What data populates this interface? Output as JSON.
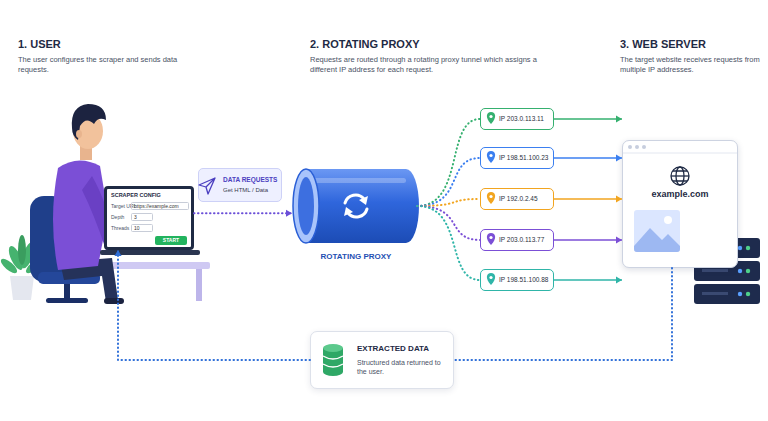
{
  "diagram": {
    "nodes": [
      {
        "text": [
          "SCRAPER CONFIG"
        ]
      },
      {
        "text": [
          "START"
        ],
        "in": 0
      },
      {
        "text": [
          "DATA REQUESTS",
          "Get HTML / Data"
        ]
      },
      {
        "text": [
          "ROTATING PROXY"
        ]
      },
      {
        "text": [
          "IP 203.0.113.11"
        ]
      },
      {
        "text": [
          "IP 198.51.100.23"
        ]
      },
      {
        "text": [
          "IP 192.0.2.45"
        ]
      },
      {
        "text": [
          "IP 203.0.113.77"
        ]
      },
      {
        "text": [
          "IP 198.51.100.88"
        ]
      },
      {
        "text": [
          "example.com"
        ]
      },
      {
        "text": [
          "EXTRACTED DATA",
          "Structured data returned to the user."
        ]
      }
    ],
    "edges": [
      {
        "from": 0,
        "to": 3,
        "arrow": "to"
      },
      {
        "from": 3,
        "to": 4,
        "arrow": "none"
      },
      {
        "from": 3,
        "to": 5,
        "arrow": "none"
      },
      {
        "from": 3,
        "to": 6,
        "arrow": "none"
      },
      {
        "from": 3,
        "to": 7,
        "arrow": "none"
      },
      {
        "from": 3,
        "to": 8,
        "arrow": "none"
      },
      {
        "from": 4,
        "to": 9,
        "arrow": "to"
      },
      {
        "from": 5,
        "to": 9,
        "arrow": "to"
      },
      {
        "from": 6,
        "to": 9,
        "arrow": "to"
      },
      {
        "from": 7,
        "to": 9,
        "arrow": "to"
      },
      {
        "from": 8,
        "to": 9,
        "arrow": "to"
      },
      {
        "from": 9,
        "to": 10,
        "arrow": "none"
      },
      {
        "from": 10,
        "to": 0,
        "arrow": "to"
      }
    ],
    "labels": [
      "1. USER",
      "The user configures the scraper and sends data requests.",
      "2. ROTATING PROXY",
      "Requests are routed through a rotating proxy tunnel which assigns a different IP address for each request.",
      "3. WEB SERVER",
      "The target website receives requests from multiple IP addresses.",
      "Target URL",
      "https://example.com",
      "Depth",
      "3",
      "Threads",
      "10"
    ]
  }
}
